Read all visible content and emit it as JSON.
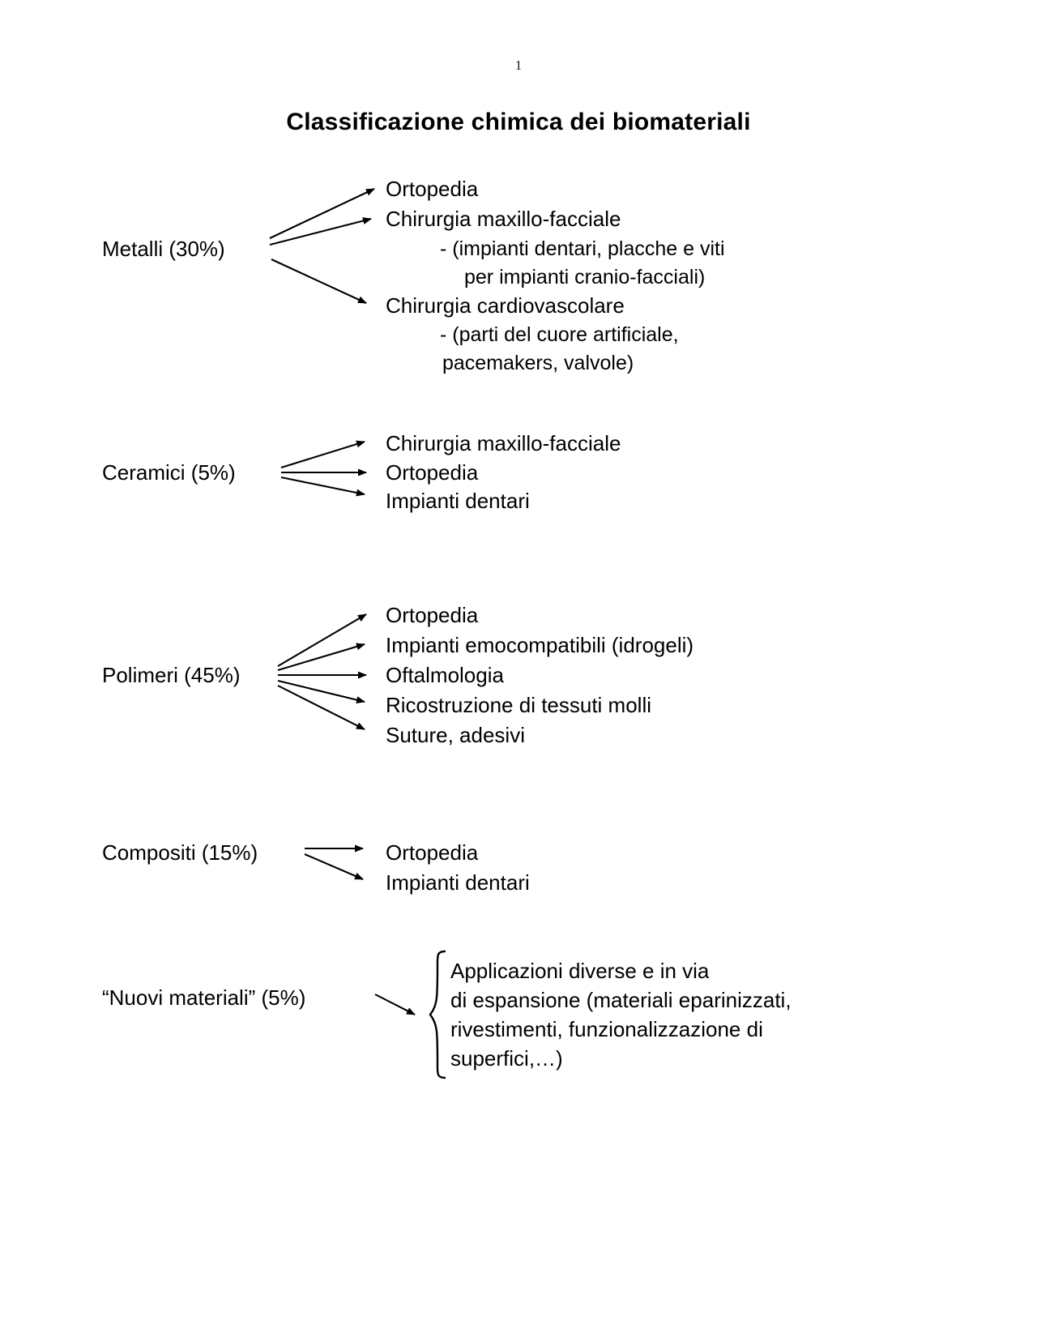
{
  "page": {
    "number": "1",
    "title": "Classificazione chimica dei biomateriali",
    "background_color": "#ffffff",
    "text_color": "#000000"
  },
  "groups": [
    {
      "id": "metalli",
      "label": "Metalli (30%)",
      "connector": "arrows",
      "arrow_count": 3,
      "targets": [
        {
          "text": "Ortopedia",
          "kind": "main"
        },
        {
          "text": "Chirurgia maxillo-facciale",
          "kind": "main"
        },
        {
          "text": "- (impianti dentari, placche e viti",
          "kind": "sub"
        },
        {
          "text": "per impianti cranio-facciali)",
          "kind": "sub"
        },
        {
          "text": "Chirurgia cardiovascolare",
          "kind": "main"
        },
        {
          "text": "- (parti del cuore artificiale,",
          "kind": "sub"
        },
        {
          "text": "pacemakers, valvole)",
          "kind": "sub"
        }
      ]
    },
    {
      "id": "ceramici",
      "label": "Ceramici (5%)",
      "connector": "arrows",
      "arrow_count": 3,
      "targets": [
        {
          "text": "Chirurgia maxillo-facciale",
          "kind": "main"
        },
        {
          "text": "Ortopedia",
          "kind": "main"
        },
        {
          "text": "Impianti dentari",
          "kind": "main"
        }
      ]
    },
    {
      "id": "polimeri",
      "label": "Polimeri (45%)",
      "connector": "arrows",
      "arrow_count": 5,
      "targets": [
        {
          "text": "Ortopedia",
          "kind": "main"
        },
        {
          "text": "Impianti emocompatibili (idrogeli)",
          "kind": "main"
        },
        {
          "text": "Oftalmologia",
          "kind": "main"
        },
        {
          "text": "Ricostruzione di tessuti molli",
          "kind": "main"
        },
        {
          "text": "Suture, adesivi",
          "kind": "main"
        }
      ]
    },
    {
      "id": "compositi",
      "label": "Compositi (15%)",
      "connector": "arrows",
      "arrow_count": 2,
      "targets": [
        {
          "text": "Ortopedia",
          "kind": "main"
        },
        {
          "text": "Impianti dentari",
          "kind": "main"
        }
      ]
    },
    {
      "id": "nuovi-materiali",
      "label": "“Nuovi materiali” (5%)",
      "connector": "arrow-and-brace",
      "arrow_count": 1,
      "targets": [
        {
          "text": "Applicazioni diverse e in via",
          "kind": "main"
        },
        {
          "text": "di espansione (materiali eparinizzati,",
          "kind": "main"
        },
        {
          "text": "rivestimenti, funzionalizzazione di",
          "kind": "main"
        },
        {
          "text": "superfici,…)",
          "kind": "main"
        }
      ]
    }
  ]
}
